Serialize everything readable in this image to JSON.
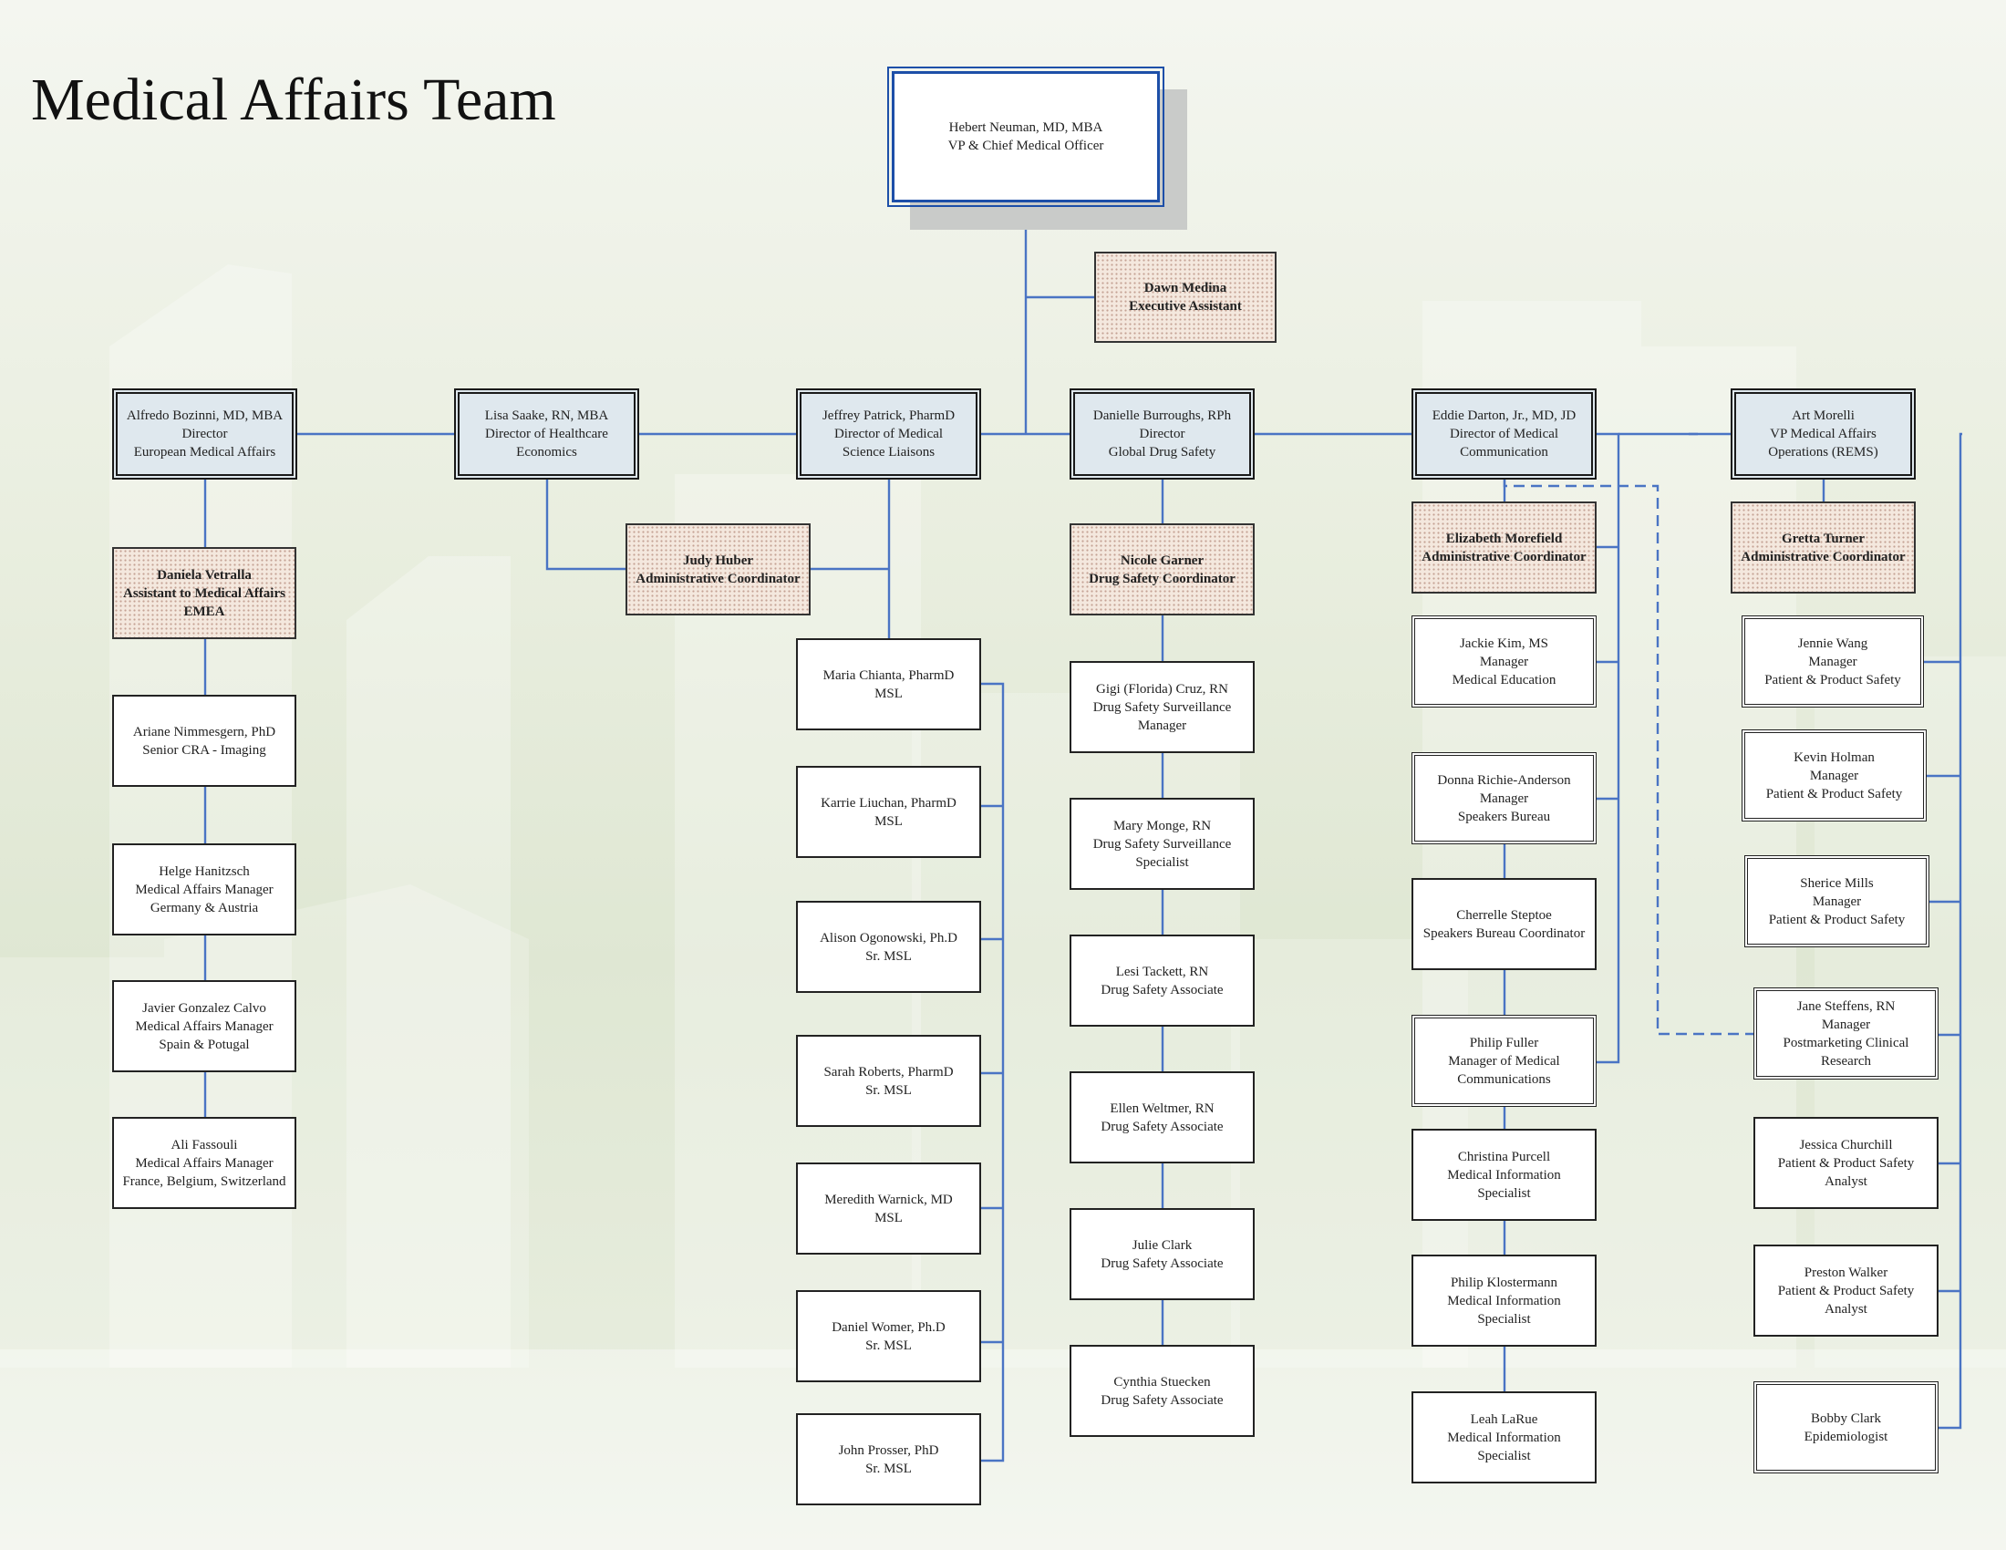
{
  "title": "Medical Affairs Team",
  "colors": {
    "connector": "#4a74c4",
    "director_fill": "#dfe8ee",
    "assistant_fill": "#f4e8de"
  },
  "nodes": {
    "ceo": {
      "lines": [
        "Hebert Neuman, MD, MBA",
        "VP & Chief Medical Officer"
      ]
    },
    "exec_asst": {
      "lines": [
        "Dawn Medina",
        "Executive Assistant"
      ]
    },
    "alfredo": {
      "lines": [
        "Alfredo Bozinni, MD, MBA",
        "Director",
        "European Medical Affairs"
      ]
    },
    "lisa": {
      "lines": [
        "Lisa Saake, RN, MBA",
        "Director of Healthcare",
        "Economics"
      ]
    },
    "jeffrey": {
      "lines": [
        "Jeffrey Patrick, PharmD",
        "Director of Medical",
        "Science Liaisons"
      ]
    },
    "danielle": {
      "lines": [
        "Danielle Burroughs, RPh",
        "Director",
        "Global Drug Safety"
      ]
    },
    "eddie": {
      "lines": [
        "Eddie Darton, Jr., MD, JD",
        "Director of Medical",
        "Communication"
      ]
    },
    "art": {
      "lines": [
        "Art Morelli",
        "VP Medical Affairs",
        "Operations (REMS)"
      ]
    },
    "daniela": {
      "lines": [
        "Daniela Vetralla",
        "Assistant to Medical Affairs",
        "EMEA"
      ]
    },
    "judy": {
      "lines": [
        "Judy Huber",
        "Administrative Coordinator"
      ]
    },
    "nicole": {
      "lines": [
        "Nicole Garner",
        "Drug Safety Coordinator"
      ]
    },
    "elizabeth": {
      "lines": [
        "Elizabeth Morefield",
        "Administrative Coordinator"
      ]
    },
    "gretta": {
      "lines": [
        "Gretta Turner",
        "Administrative Coordinator"
      ]
    },
    "ariane": {
      "lines": [
        "Ariane Nimmesgern, PhD",
        "Senior CRA - Imaging"
      ]
    },
    "helge": {
      "lines": [
        "Helge Hanitzsch",
        "Medical Affairs Manager",
        "Germany & Austria"
      ]
    },
    "javier": {
      "lines": [
        "Javier Gonzalez Calvo",
        "Medical Affairs Manager",
        "Spain & Potugal"
      ]
    },
    "ali": {
      "lines": [
        "Ali Fassouli",
        "Medical Affairs Manager",
        "France, Belgium, Switzerland"
      ]
    },
    "maria": {
      "lines": [
        "Maria Chianta, PharmD",
        "MSL"
      ]
    },
    "karrie": {
      "lines": [
        "Karrie Liuchan, PharmD",
        "MSL"
      ]
    },
    "alison": {
      "lines": [
        "Alison Ogonowski, Ph.D",
        "Sr. MSL"
      ]
    },
    "sarah": {
      "lines": [
        "Sarah Roberts, PharmD",
        "Sr. MSL"
      ]
    },
    "meredith": {
      "lines": [
        "Meredith Warnick, MD",
        "MSL"
      ]
    },
    "daniel": {
      "lines": [
        "Daniel Womer, Ph.D",
        "Sr. MSL"
      ]
    },
    "john": {
      "lines": [
        "John Prosser, PhD",
        "Sr. MSL"
      ]
    },
    "gigi": {
      "lines": [
        "Gigi (Florida) Cruz, RN",
        "Drug Safety Surveillance",
        "Manager"
      ]
    },
    "mary": {
      "lines": [
        "Mary Monge, RN",
        "Drug Safety Surveillance",
        "Specialist"
      ]
    },
    "lesi": {
      "lines": [
        "Lesi Tackett, RN",
        "Drug Safety Associate"
      ]
    },
    "ellen": {
      "lines": [
        "Ellen Weltmer, RN",
        "Drug Safety Associate"
      ]
    },
    "julie": {
      "lines": [
        "Julie Clark",
        "Drug Safety Associate"
      ]
    },
    "cynthia": {
      "lines": [
        "Cynthia Stuecken",
        "Drug Safety Associate"
      ]
    },
    "jackie": {
      "lines": [
        "Jackie Kim, MS",
        "Manager",
        "Medical Education"
      ]
    },
    "donna": {
      "lines": [
        "Donna Richie-Anderson",
        "Manager",
        "Speakers Bureau"
      ]
    },
    "cherrelle": {
      "lines": [
        "Cherrelle Steptoe",
        "Speakers Bureau Coordinator"
      ]
    },
    "philipf": {
      "lines": [
        "Philip Fuller",
        "Manager of Medical",
        "Communications"
      ]
    },
    "christina": {
      "lines": [
        "Christina Purcell",
        "Medical Information",
        "Specialist"
      ]
    },
    "philipk": {
      "lines": [
        "Philip Klostermann",
        "Medical Information",
        "Specialist"
      ]
    },
    "leah": {
      "lines": [
        "Leah LaRue",
        "Medical Information",
        "Specialist"
      ]
    },
    "jennie": {
      "lines": [
        "Jennie Wang",
        "Manager",
        "Patient & Product Safety"
      ]
    },
    "kevin": {
      "lines": [
        "Kevin Holman",
        "Manager",
        "Patient & Product Safety"
      ]
    },
    "sherice": {
      "lines": [
        "Sherice Mills",
        "Manager",
        "Patient & Product Safety"
      ]
    },
    "jane": {
      "lines": [
        "Jane Steffens, RN",
        "Manager",
        "Postmarketing Clinical",
        "Research"
      ]
    },
    "jessica": {
      "lines": [
        "Jessica Churchill",
        "Patient & Product Safety",
        "Analyst"
      ]
    },
    "preston": {
      "lines": [
        "Preston Walker",
        "Patient & Product Safety",
        "Analyst"
      ]
    },
    "bobby": {
      "lines": [
        "Bobby Clark",
        "Epidemiologist"
      ]
    }
  }
}
